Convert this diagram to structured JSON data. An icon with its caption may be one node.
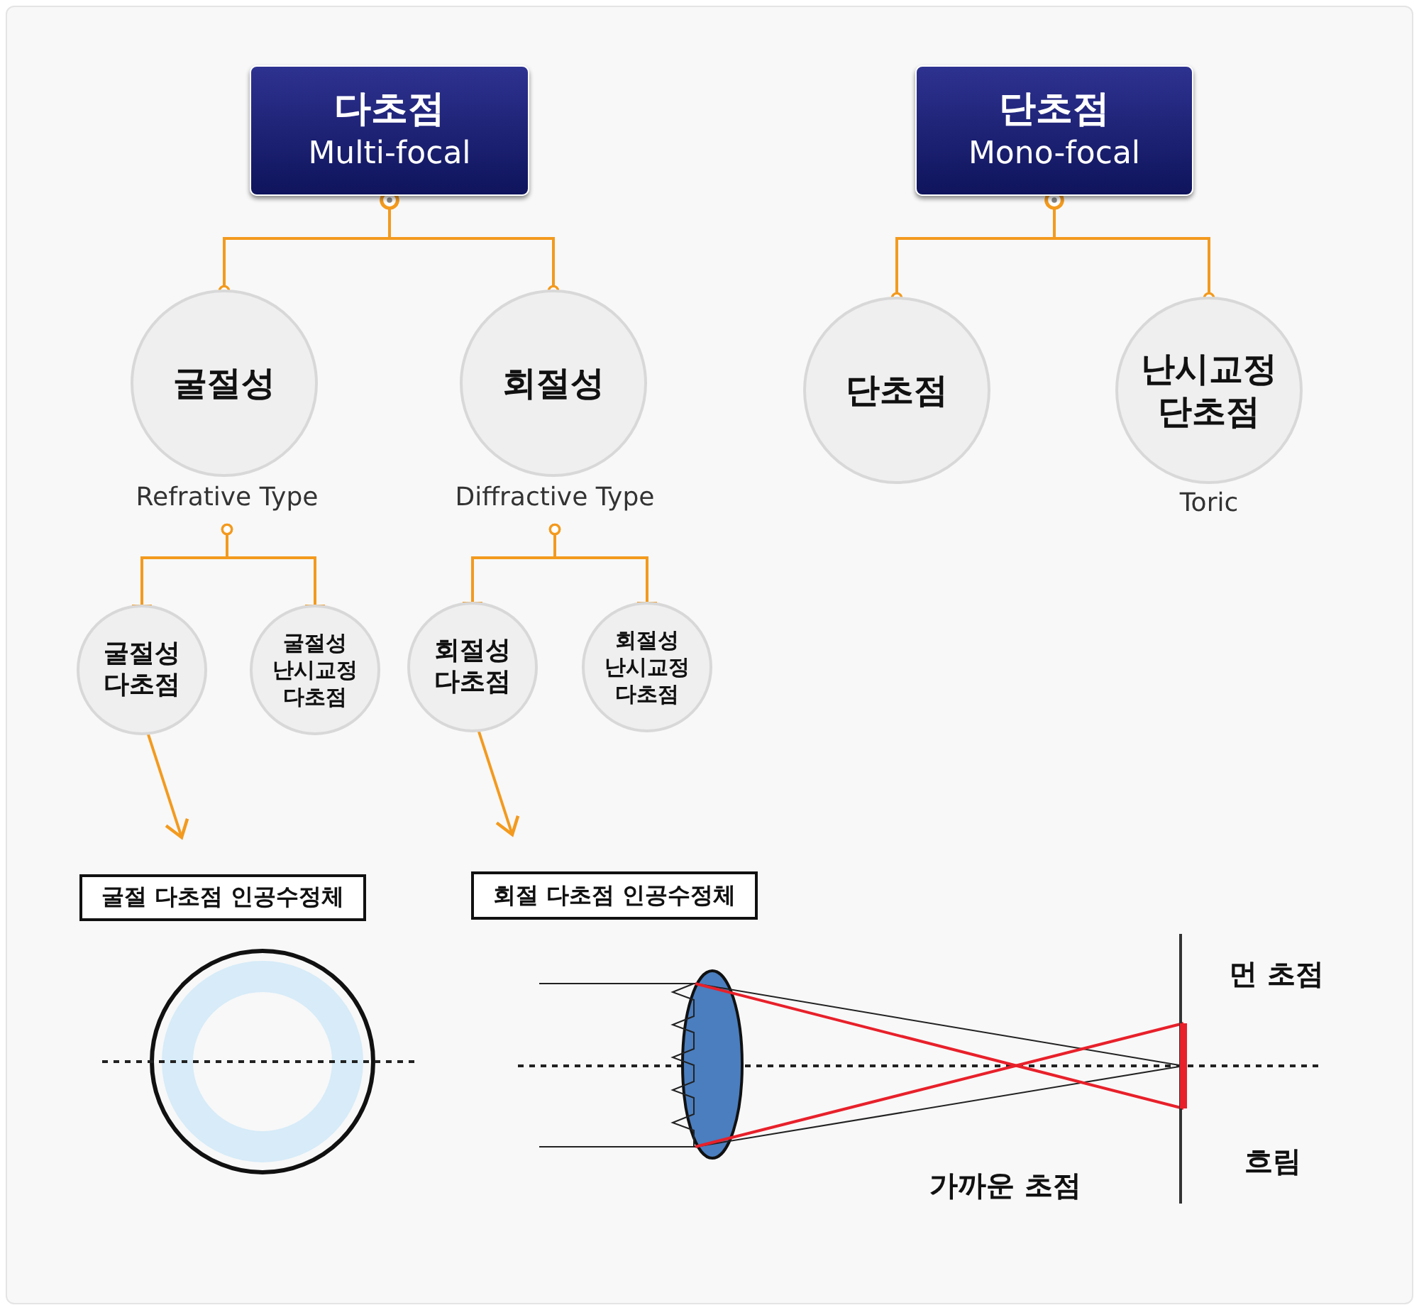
{
  "diagram": {
    "nodes": [
      {
        "text": [
          "다초점",
          "Multi-focal"
        ]
      },
      {
        "text": [
          "굴절성"
        ],
        "beside": [
          "Refrative Type"
        ]
      },
      {
        "text": [
          "회절성"
        ],
        "beside": [
          "Diffractive Type"
        ]
      },
      {
        "text": [
          "굴절성 다초점"
        ]
      },
      {
        "text": [
          "굴절성 난시교정 다초점"
        ]
      },
      {
        "text": [
          "회절성 다초점"
        ]
      },
      {
        "text": [
          "회절성 난시교정 다초점"
        ]
      },
      {
        "text": [
          "굴절 다초점 인공수정체"
        ]
      },
      {
        "text": [
          "회절 다초점 인공수정체"
        ]
      },
      {
        "text": [
          "단초점",
          "Mono-focal"
        ]
      },
      {
        "text": [
          "단초점"
        ]
      },
      {
        "text": [
          "난시교정 단초점"
        ],
        "beside": [
          "Toric"
        ]
      }
    ],
    "edges": [
      {
        "from": 0,
        "to": 1,
        "arrow": "other"
      },
      {
        "from": 0,
        "to": 2,
        "arrow": "other"
      },
      {
        "from": 1,
        "to": 3,
        "arrow": "other"
      },
      {
        "from": 1,
        "to": 4,
        "arrow": "other"
      },
      {
        "from": 2,
        "to": 5,
        "arrow": "other"
      },
      {
        "from": 2,
        "to": 6,
        "arrow": "other"
      },
      {
        "from": 3,
        "to": 7,
        "arrow": "to"
      },
      {
        "from": 5,
        "to": 8,
        "arrow": "to"
      },
      {
        "from": 9,
        "to": 10,
        "arrow": "other"
      },
      {
        "from": 9,
        "to": 11,
        "arrow": "other"
      }
    ],
    "labels": [
      "먼 초점",
      "흐림",
      "가까운 초점"
    ]
  }
}
